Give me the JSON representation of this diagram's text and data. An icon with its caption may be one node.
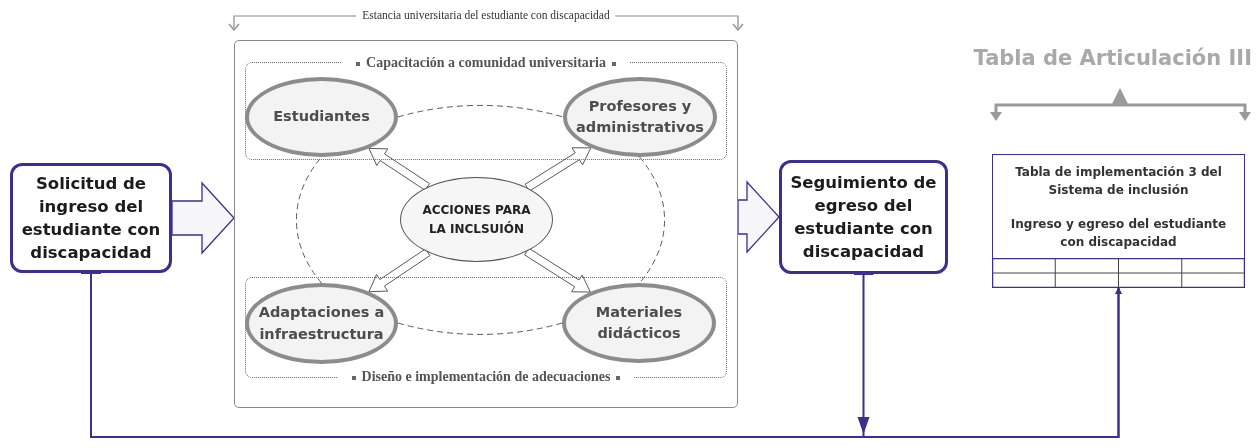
{
  "diagram": {
    "title": "Tabla de Articulación III",
    "nodes": [
      {
        "text": [
          "Solicitud de ingreso del estudiante con discapacidad"
        ]
      },
      {
        "text": [],
        "shape": "box"
      },
      {
        "text": [
          "Capacitación a comunidad universitaria"
        ],
        "in": 1
      },
      {
        "text": [
          "Estudiantes"
        ],
        "in": 2
      },
      {
        "text": [
          "Profesores y administrativos"
        ],
        "in": 2
      },
      {
        "text": [
          "ACCIONES PARA LA INCLSUIÓN"
        ],
        "in": 1
      },
      {
        "text": [
          "Diseño e implementación de adecuaciones"
        ],
        "in": 1
      },
      {
        "text": [
          "Adaptaciones a infraestructura"
        ],
        "in": 6
      },
      {
        "text": [
          "Materiales didácticos"
        ],
        "in": 6
      },
      {
        "text": [
          "Seguimiento de egreso del estudiante con discapacidad"
        ]
      },
      {
        "text": [
          "Tabla de implementación 3 del Sistema de inclusión",
          "Ingreso y egreso del estudiante con discapacidad"
        ]
      }
    ],
    "edges": [
      {
        "from": 0,
        "to": 1,
        "arrow": "to",
        "style": "thick",
        "color": "#3b2f8f"
      },
      {
        "from": 1,
        "to": 9,
        "arrow": "to",
        "style": "thick",
        "color": "#3b2f8f"
      },
      {
        "from": 5,
        "to": 3,
        "arrow": "to",
        "style": "thick"
      },
      {
        "from": 5,
        "to": 4,
        "arrow": "to",
        "style": "thick"
      },
      {
        "from": 5,
        "to": 7,
        "arrow": "to",
        "style": "thick"
      },
      {
        "from": 5,
        "to": 8,
        "arrow": "to",
        "style": "thick"
      },
      {
        "from": 3,
        "to": 4,
        "arrow": "none",
        "style": "dashed"
      },
      {
        "from": 4,
        "to": 8,
        "arrow": "none",
        "style": "dashed"
      },
      {
        "from": 8,
        "to": 7,
        "arrow": "none",
        "style": "dashed"
      },
      {
        "from": 7,
        "to": 3,
        "arrow": "none",
        "style": "dashed"
      },
      {
        "from": 0,
        "to": 10,
        "arrow": "to",
        "color": "#3b2f8f"
      },
      {
        "from": 9,
        "to": 10,
        "arrow": "to",
        "color": "#3b2f8f"
      }
    ],
    "labels": [
      "Estancia universitaria del estudiante con discapacidad"
    ]
  }
}
